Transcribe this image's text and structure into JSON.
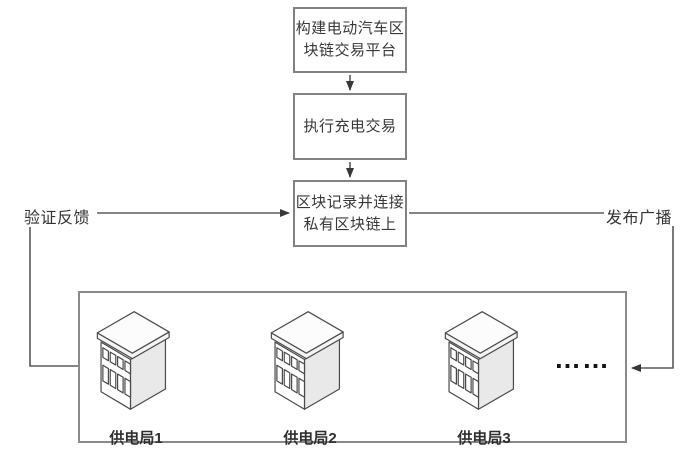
{
  "diagram": {
    "title_hint": "EV blockchain charging transaction flow",
    "boxes": [
      {
        "name": "build-platform",
        "lines": [
          "构建电动汽车区",
          "块链交易平台"
        ]
      },
      {
        "name": "execute-charging",
        "lines": [
          "执行充电交易"
        ]
      },
      {
        "name": "block-record",
        "lines": [
          "区块记录并连接",
          "私有区块链上"
        ]
      }
    ],
    "edge_labels": {
      "left": "验证反馈",
      "right": "发布广播"
    },
    "stations": [
      {
        "label": "供电局1"
      },
      {
        "label": "供电局2"
      },
      {
        "label": "供电局3"
      }
    ],
    "ellipsis": "……",
    "icons": {
      "station_icon": "isometric-office-building"
    },
    "colors": {
      "box_border": "#828282",
      "container_border": "#8a8a8a",
      "line": "#5a5a5a",
      "arrowhead": "#383838",
      "text": "#383838",
      "building_side": "#e9e9e9",
      "background": "#ffffff"
    }
  }
}
